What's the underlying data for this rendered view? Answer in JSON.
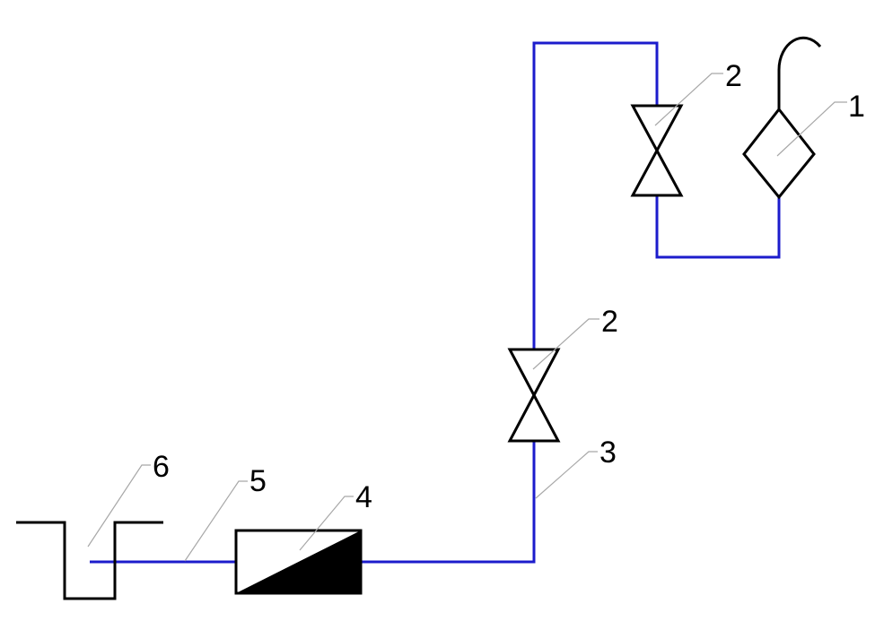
{
  "diagram": {
    "colors": {
      "pipe": "#1c1ccc",
      "outline": "#000000",
      "leader": "#a8a8a8",
      "background": "#ffffff"
    },
    "callouts": {
      "c1": "1",
      "c2_upper": "2",
      "c2_lower": "2",
      "c3": "3",
      "c4": "4",
      "c5": "5",
      "c6": "6"
    },
    "components": [
      {
        "callout": "1",
        "icon": "diamond-filter-icon"
      },
      {
        "callout": "2",
        "icon": "gate-valve-icon"
      },
      {
        "callout": "3",
        "icon": "pipe-line"
      },
      {
        "callout": "4",
        "icon": "half-filled-box-icon"
      },
      {
        "callout": "5",
        "icon": "pipe-line"
      },
      {
        "callout": "6",
        "icon": "open-tank-icon"
      }
    ]
  }
}
